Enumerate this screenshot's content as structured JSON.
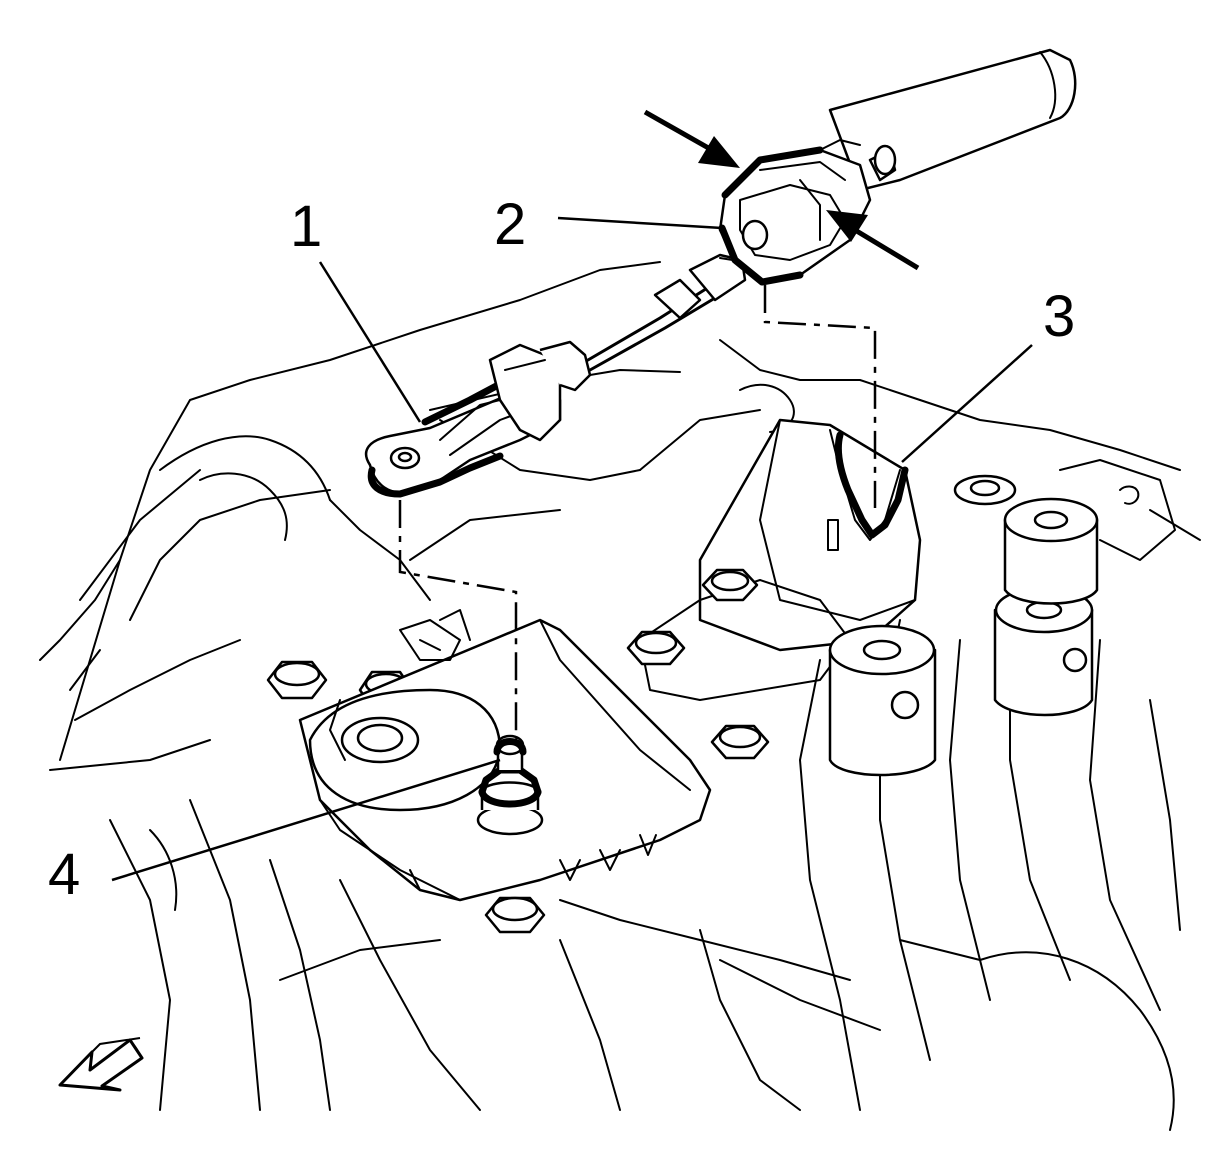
{
  "callouts": {
    "c1": "1",
    "c2": "2",
    "c3": "3",
    "c4": "4"
  },
  "icons": {
    "direction_arrow": "front-direction-arrow-icon",
    "indicator_arrows": "release-tab-arrow-icon"
  },
  "colors": {
    "line": "#000000",
    "background": "#ffffff"
  }
}
